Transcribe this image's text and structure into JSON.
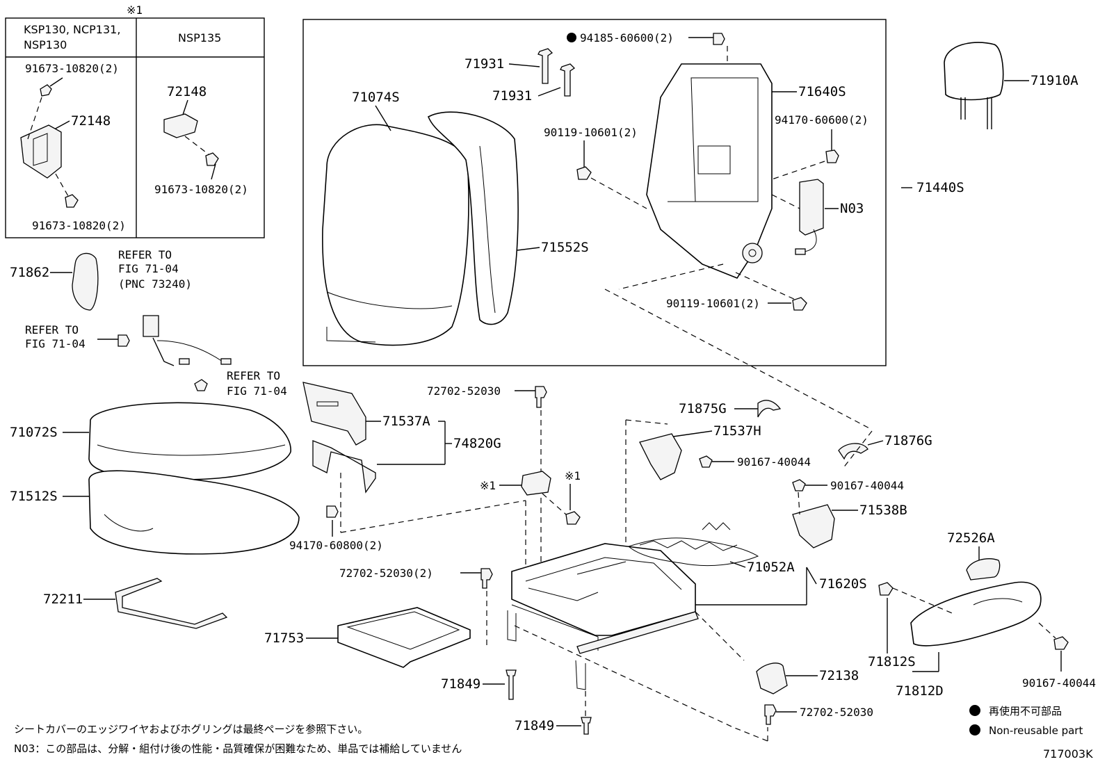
{
  "variant_table": {
    "note_mark": "※1",
    "col1_line1": "KSP130, NCP131,",
    "col1_line2": "NSP130",
    "col2": "NSP135",
    "left_bolt_top": "91673-10820(2)",
    "left_bracket": "72148",
    "left_bolt_bottom": "91673-10820(2)",
    "right_bracket": "72148",
    "right_bolt": "91673-10820(2)"
  },
  "labels": {
    "p94185": "94185-60600(2)",
    "p71931a": "71931",
    "p71931b": "71931",
    "p71074S": "71074S",
    "p71640S": "71640S",
    "p90119a": "90119-10601(2)",
    "p94170a": "94170-60600(2)",
    "p71440S": "71440S",
    "pN03": "N03",
    "p71552S": "71552S",
    "p90119b": "90119-10601(2)",
    "p71910A": "71910A",
    "p71862": "71862",
    "refer1_l1": "REFER TO",
    "refer1_l2": "FIG 71-04",
    "refer1_l3": "(PNC 73240)",
    "refer2_l1": "REFER TO",
    "refer2_l2": "FIG 71-04",
    "refer3_l1": "REFER TO",
    "refer3_l2": "FIG 71-04",
    "p71072S": "71072S",
    "p71512S": "71512S",
    "p71537A": "71537A",
    "p74820G": "74820G",
    "p94170b": "94170-60800(2)",
    "p72702a": "72702-52030",
    "mark_a": "※1",
    "mark_b": "※1",
    "p72702b": "72702-52030(2)",
    "p71875G": "71875G",
    "p71537H": "71537H",
    "p90167a": "90167-40044",
    "p71876G": "71876G",
    "p90167b": "90167-40044",
    "p71538B": "71538B",
    "p71052A": "71052A",
    "p71620S": "71620S",
    "p72526A": "72526A",
    "p72211": "72211",
    "p71753": "71753",
    "p71849a": "71849",
    "p71849b": "71849",
    "p72138": "72138",
    "p72702c": "72702-52030",
    "p71812S": "71812S",
    "p71812D": "71812D",
    "p90167c": "90167-40044"
  },
  "legend": {
    "jp": "再使用不可部品",
    "en": "Non-reusable part"
  },
  "notes": {
    "line1": "シートカバーのエッジワイヤおよびホグリングは最終ページを参照下さい。",
    "line2": "N03：この部品は、分解・組付け後の性能・品質確保が困難なため、単品では補給していません"
  },
  "figure_id": "717003K"
}
